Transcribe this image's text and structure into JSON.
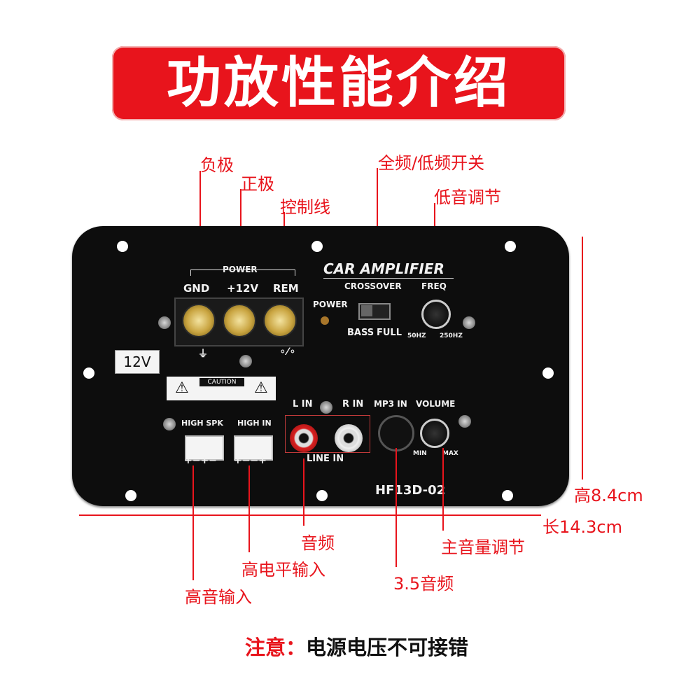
{
  "title": "功放性能介绍",
  "callouts": {
    "negative": "负极",
    "positive": "正极",
    "control_wire": "控制线",
    "crossover_switch": "全频/低频开关",
    "bass_adjust": "低音调节",
    "audio": "音频",
    "high_level_input": "高电平输入",
    "treble_input": "高音输入",
    "jack_audio": "3.5音频",
    "master_volume": "主音量调节"
  },
  "dimensions": {
    "height": "高8.4cm",
    "length": "长14.3cm"
  },
  "board": {
    "power": "POWER",
    "gnd": "GND",
    "v12": "+12V",
    "rem": "REM",
    "brand": "CAR AMPLIFIER",
    "crossover": "CROSSOVER",
    "freq": "FREQ",
    "power_led": "POWER",
    "bass": "BASS",
    "full": "FULL",
    "hz50": "50HZ",
    "hz250": "250HZ",
    "voltage": "12V",
    "caution": "CAUTION",
    "high_spk": "HIGH SPK",
    "high_in": "HIGH IN",
    "spk_pins": "+−+−",
    "in_pins": "+−−+",
    "l_in": "L IN",
    "r_in": "R IN",
    "line_in": "LINE IN",
    "mp3_in": "MP3 IN",
    "volume": "VOLUME",
    "min": "MIN",
    "max": "MAX",
    "model": "HF13D-02"
  },
  "notice": {
    "label": "注意：",
    "text": "电源电压不可接错"
  },
  "colors": {
    "accent": "#e8141c",
    "board": "#0d0d0d"
  }
}
